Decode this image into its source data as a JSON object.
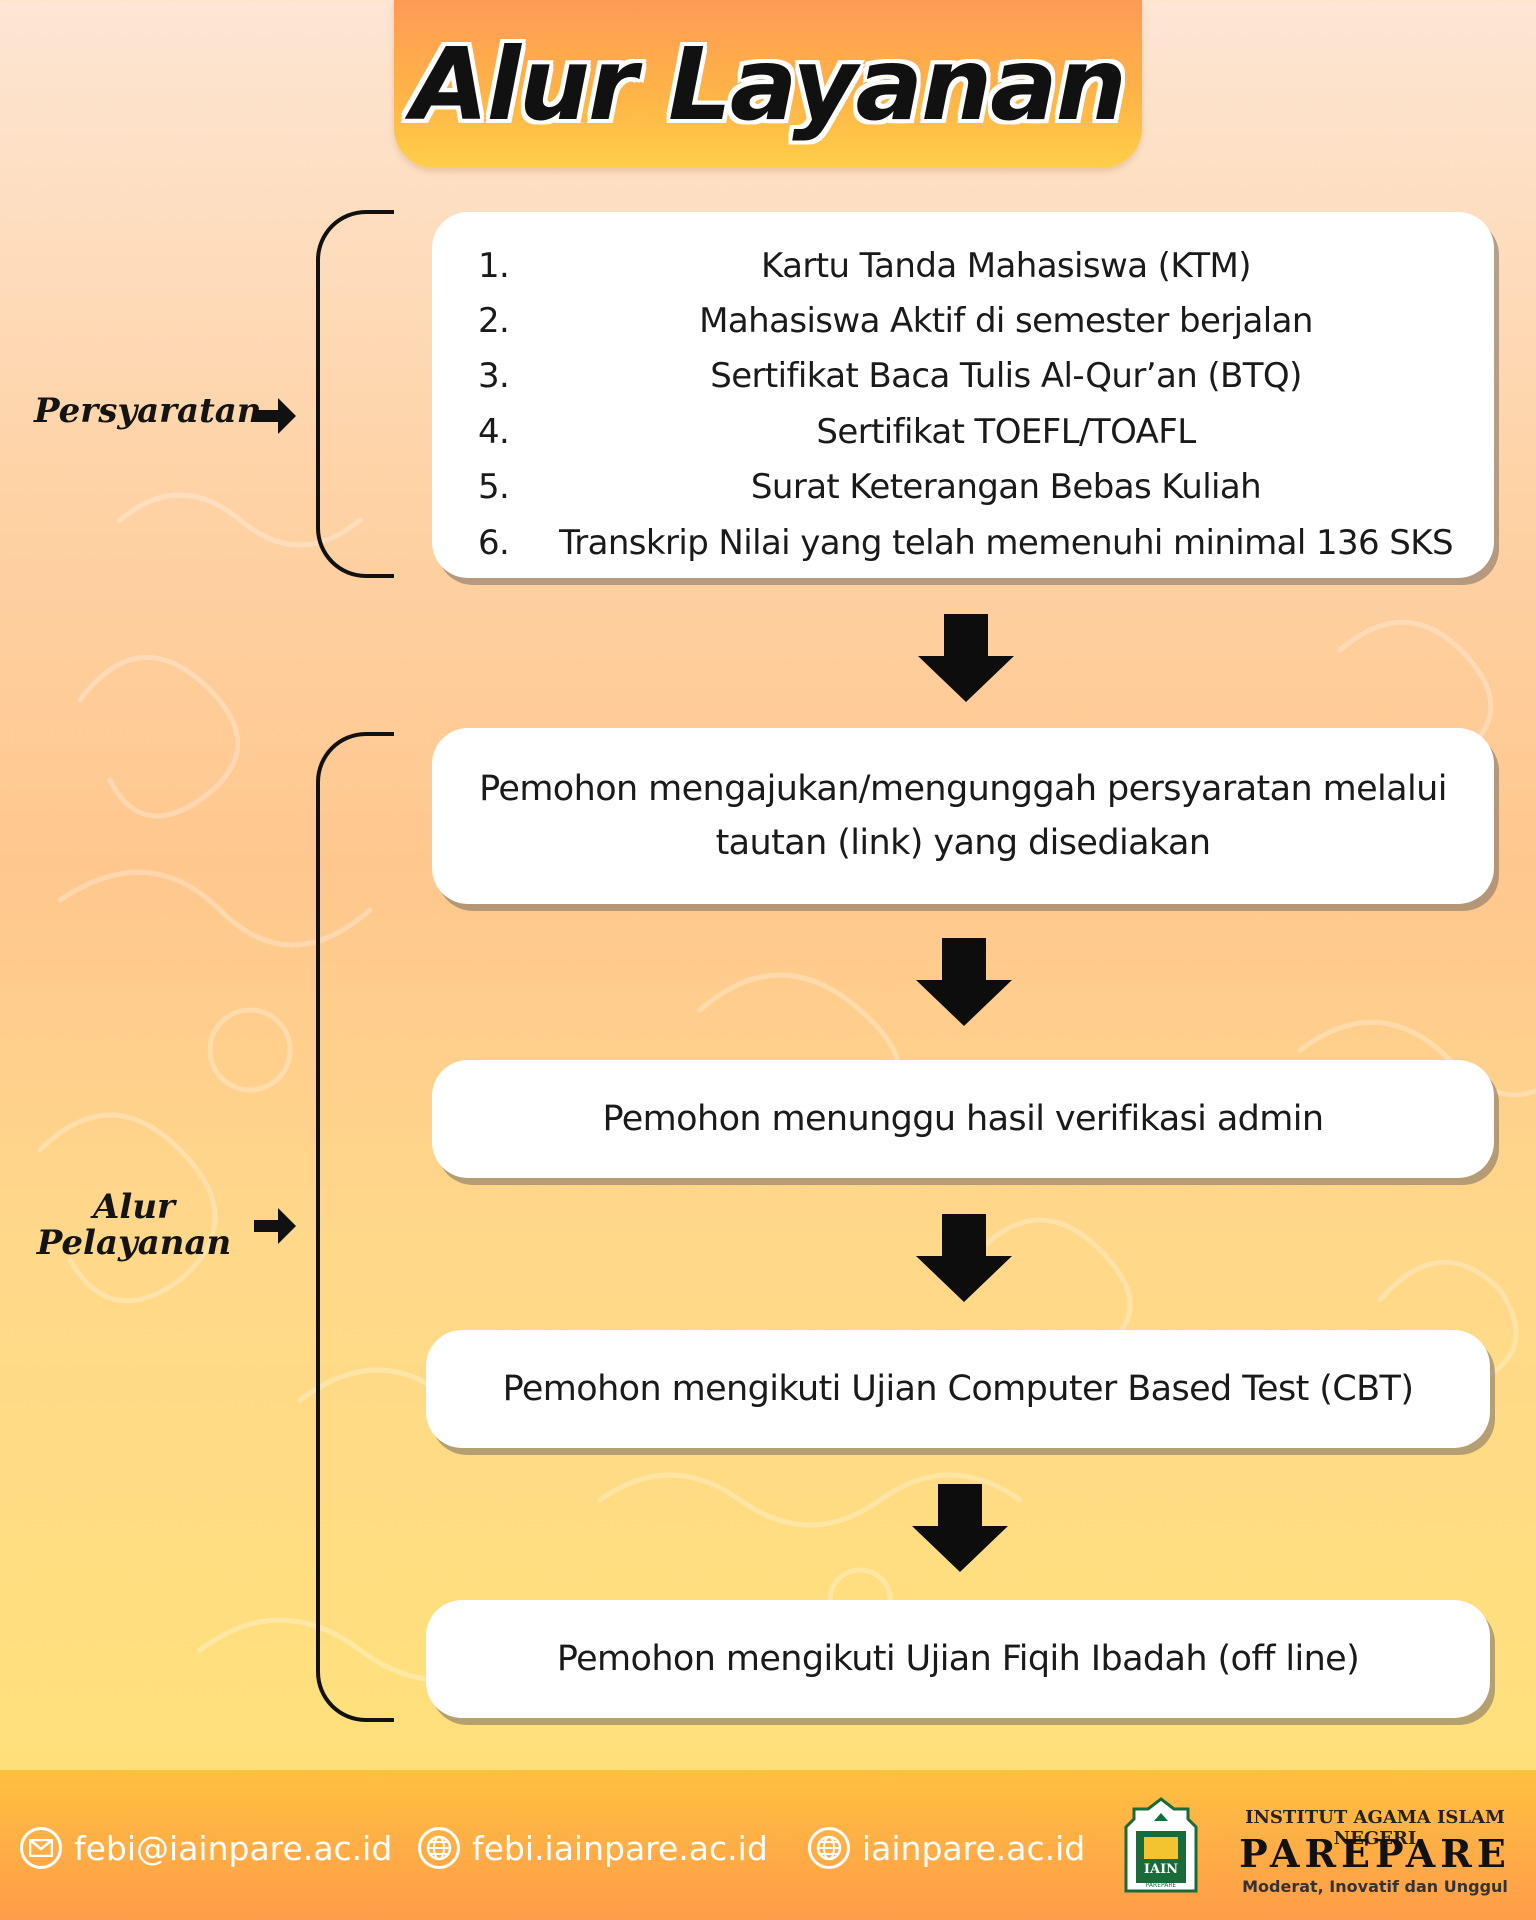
{
  "title": "Alur Layanan",
  "side_labels": {
    "requirements": "Persyaratan",
    "service_line1": "Alur",
    "service_line2": "Pelayanan"
  },
  "requirements": [
    {
      "num": "1.",
      "text": "Kartu Tanda Mahasiswa (KTM)"
    },
    {
      "num": "2.",
      "text": "Mahasiswa Aktif di semester berjalan"
    },
    {
      "num": "3.",
      "text": "Sertifikat Baca Tulis Al-Qur’an (BTQ)"
    },
    {
      "num": "4.",
      "text": "Sertifikat TOEFL/TOAFL"
    },
    {
      "num": "5.",
      "text": "Surat Keterangan Bebas Kuliah"
    },
    {
      "num": "6.",
      "text": "Transkrip Nilai yang telah memenuhi minimal 136 SKS"
    }
  ],
  "steps": [
    {
      "line1": "Pemohon mengajukan/mengunggah persyaratan melalui",
      "line2": "tautan (link) yang disediakan"
    },
    {
      "line1": "Pemohon menunggu hasil verifikasi admin",
      "line2": ""
    },
    {
      "line1": "Pemohon mengikuti Ujian Computer Based Test (CBT)",
      "line2": ""
    },
    {
      "line1": "Pemohon mengikuti Ujian Fiqih Ibadah (off line)",
      "line2": ""
    }
  ],
  "footer": {
    "email": "febi@iainpare.ac.id",
    "website1": "febi.iainpare.ac.id",
    "website2": "iainpare.ac.id",
    "institution_line1": "INSTITUT AGAMA ISLAM NEGERI",
    "institution_line2": "PAREPARE",
    "institution_tagline": "Moderat, Inovatif dan Unggul",
    "logo_text": "IAIN",
    "logo_subtext": "PAREPARE"
  },
  "icons": {
    "email": "envelope-icon",
    "web": "globe-icon",
    "arrow": "arrow-right-icon",
    "down": "arrow-down-icon"
  },
  "colors": {
    "banner": "#ffb347",
    "footer": "#ff9c4a",
    "card": "#ffffff",
    "text": "#1a1a1a"
  }
}
